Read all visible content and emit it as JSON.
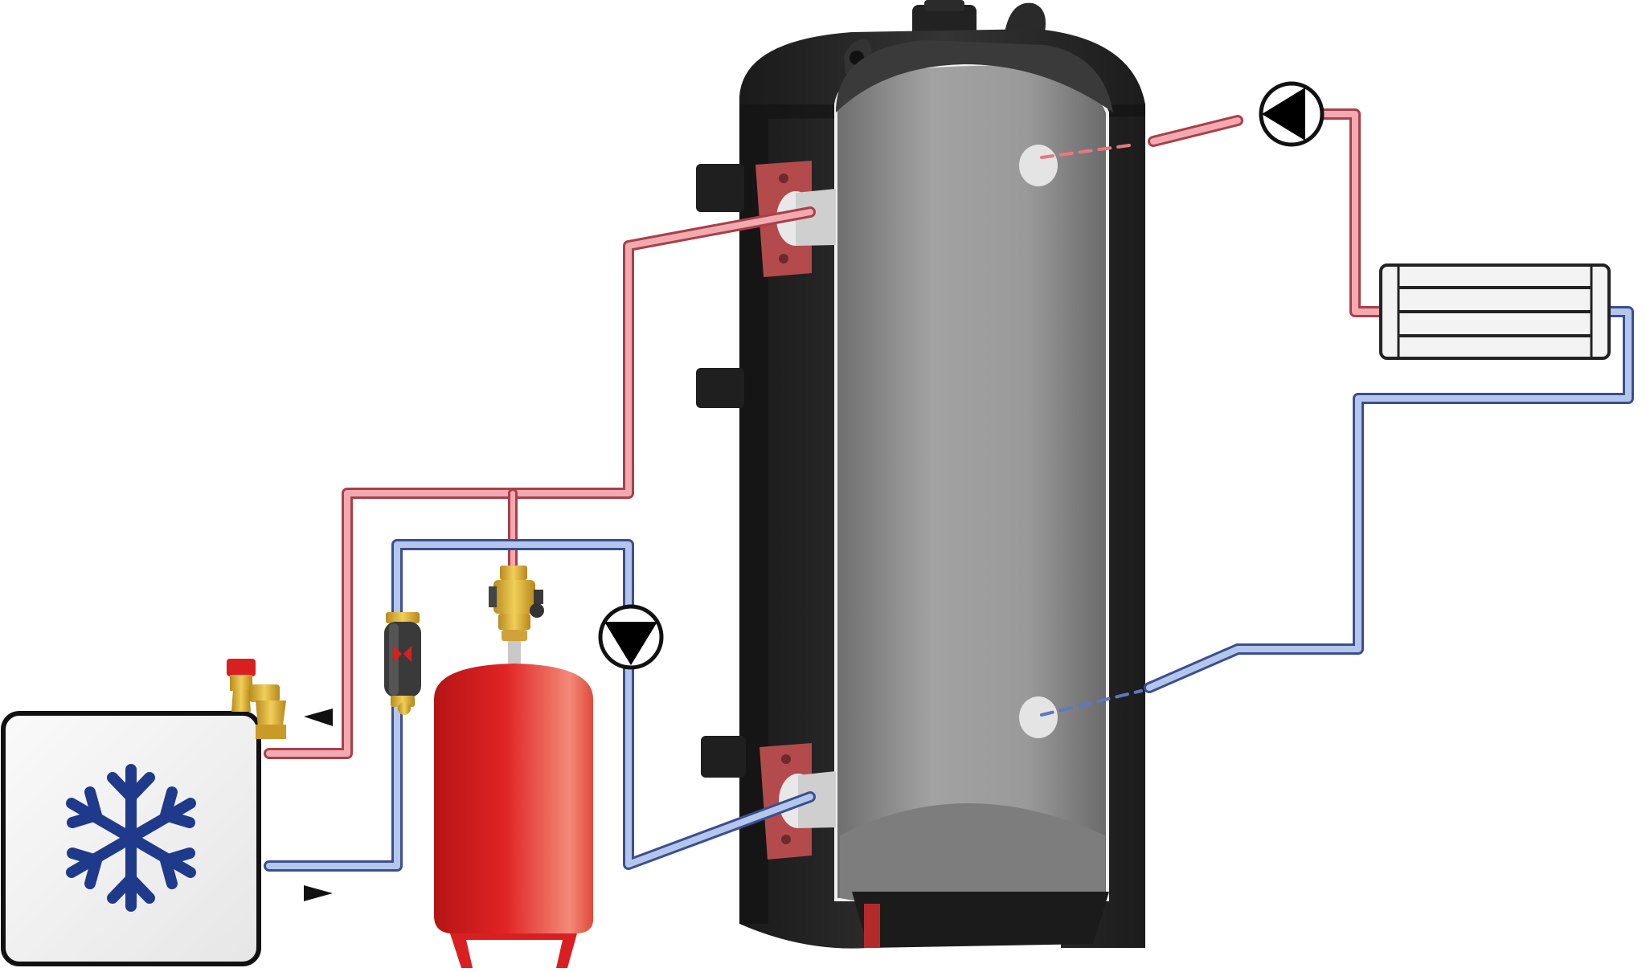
{
  "colors": {
    "background": "#ffffff",
    "hot_pipe": "#e8878c",
    "hot_pipe_edge": "#a8404a",
    "cold_pipe": "#8ba3d8",
    "cold_pipe_edge": "#3b4f8e",
    "tank_shell": "#262626",
    "tank_interior": "#8f8f8f",
    "flange": "#b34a4c",
    "expansion_vessel": "#d82020",
    "brass": "#e0b43a",
    "snowflake": "#1f3a8a",
    "pump_arrow": "#000000"
  },
  "components": {
    "buffer_tank": {
      "icon": "insulated-buffer-tank"
    },
    "chiller": {
      "icon": "snowflake-icon"
    },
    "expansion_vessel": {
      "icon": "expansion-vessel"
    },
    "pump_primary": {
      "icon": "pump-symbol",
      "direction": "down"
    },
    "pump_secondary": {
      "icon": "pump-symbol",
      "direction": "left"
    },
    "fan_coil": {
      "icon": "fan-coil-unit"
    },
    "safety_valve": {
      "icon": "safety-valve"
    },
    "dirt_separator": {
      "icon": "dirt-separator"
    },
    "fill_valve": {
      "icon": "brass-fill-valve"
    },
    "flow_arrows": [
      "flow-out-arrow",
      "flow-in-arrow"
    ]
  }
}
